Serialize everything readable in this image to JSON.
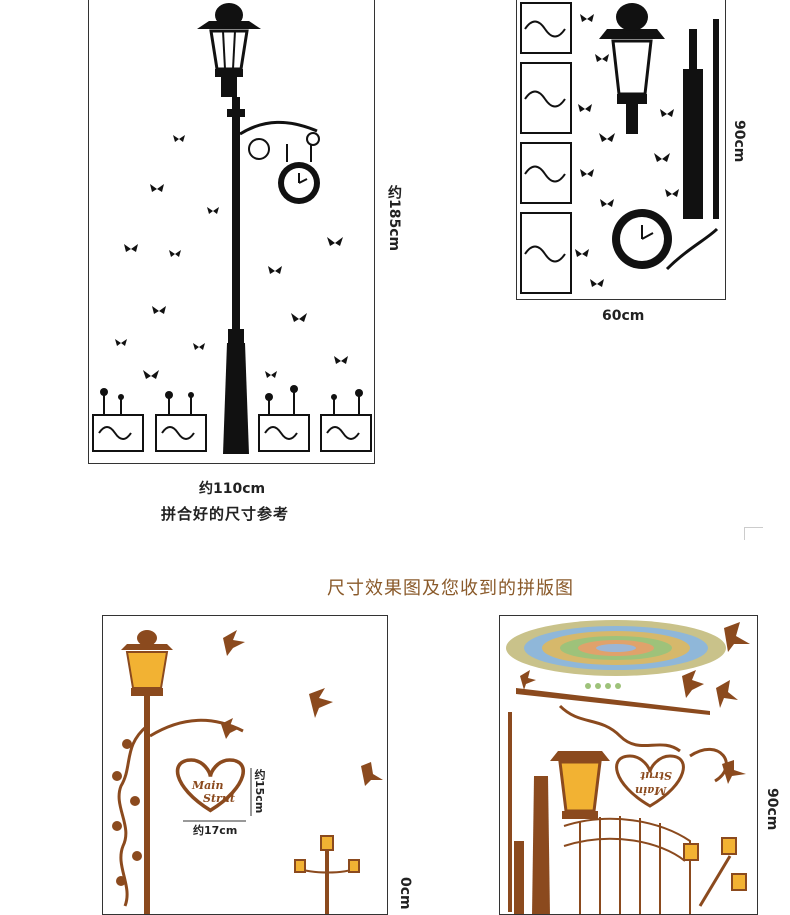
{
  "top_left": {
    "height_label": "约185cm",
    "width_label": "约110cm",
    "caption": "拼合好的尺寸参考"
  },
  "top_right": {
    "height_label": "90cm",
    "width_label": "60cm"
  },
  "section_title": "尺寸效果图及您收到的拼版图",
  "bottom_left": {
    "sign_line1": "Main",
    "sign_line2": "Strut",
    "sign_height_label": "约15cm",
    "sign_width_label": "约17cm",
    "edge_label": "0cm"
  },
  "bottom_right": {
    "height_label": "90cm",
    "sign_line1": "Main",
    "sign_line2": "Strut"
  },
  "colors": {
    "silhouette": "#111111",
    "brown": "#8b4a1e",
    "lamp_glow": "#f2b233",
    "title": "#8a5a2a"
  }
}
